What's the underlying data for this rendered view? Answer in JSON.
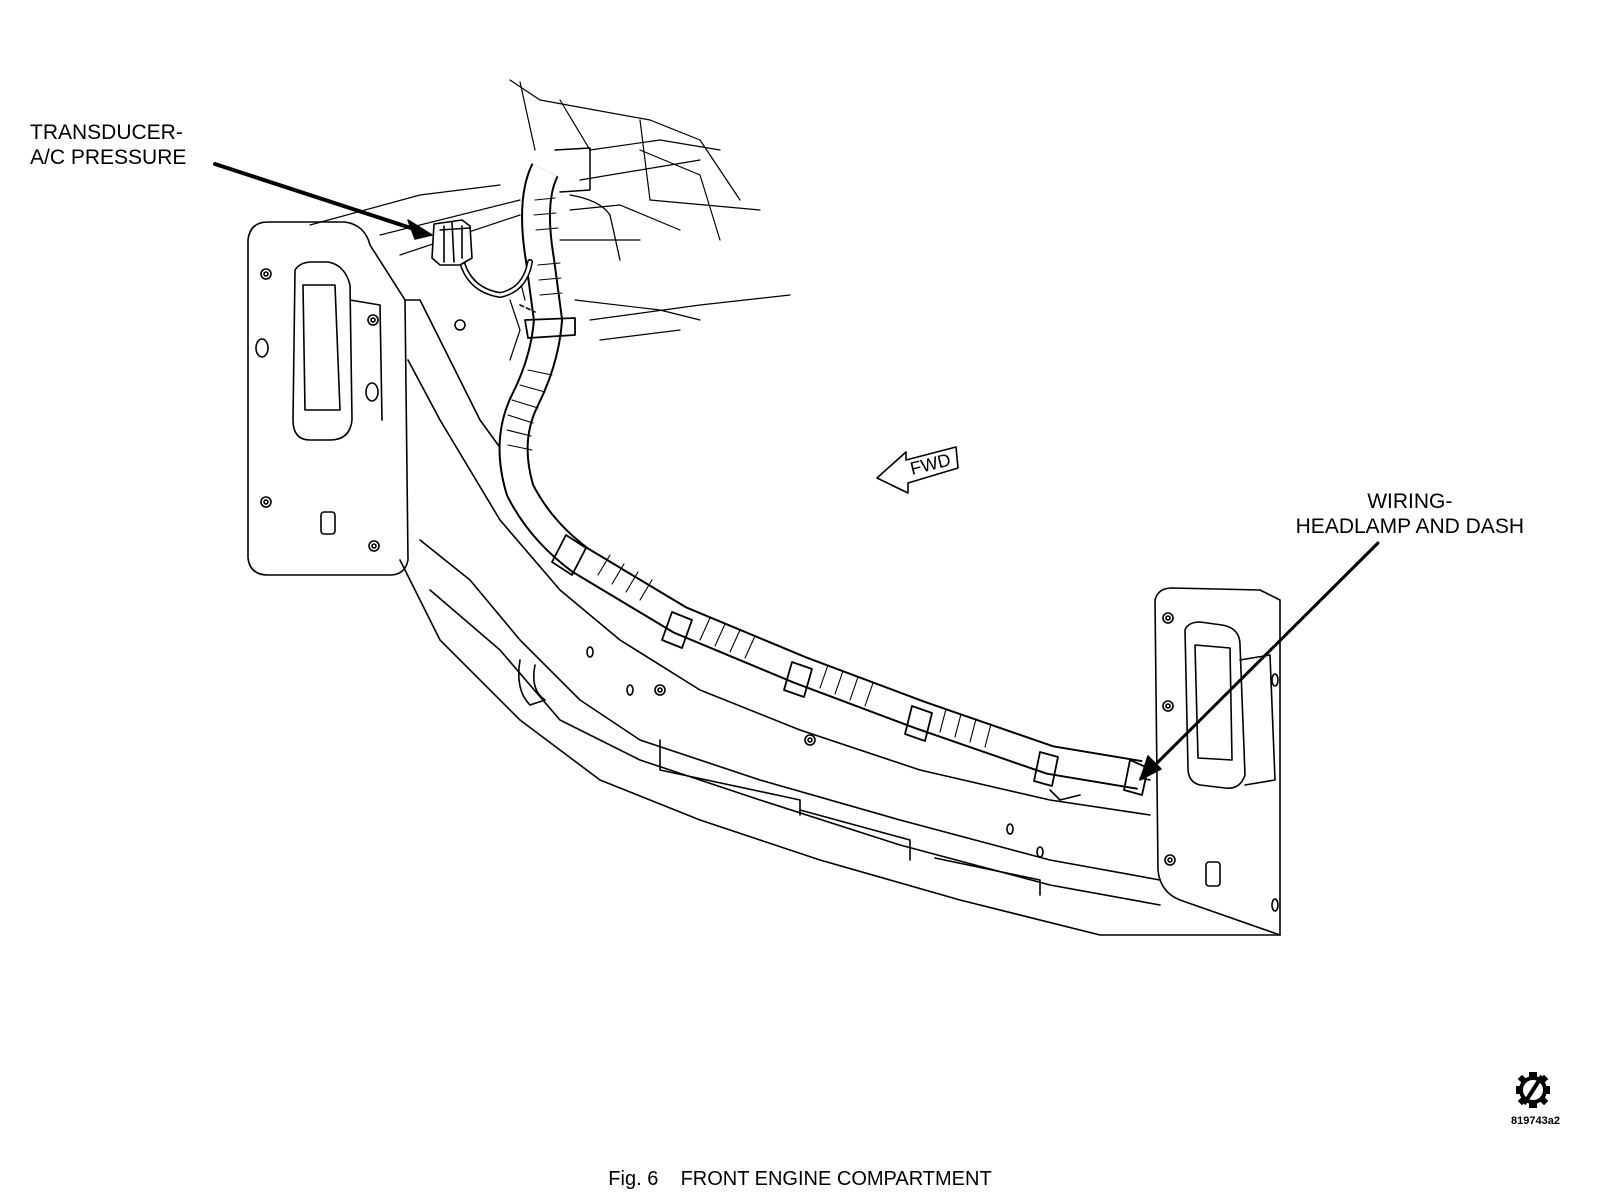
{
  "callouts": {
    "transducer": {
      "line1": "TRANSDUCER-",
      "line2": "A/C PRESSURE"
    },
    "wiring": {
      "line1": "WIRING-",
      "line2": "HEADLAMP AND DASH"
    }
  },
  "direction_marker": {
    "text": "FWD"
  },
  "caption": {
    "figure": "Fig. 6",
    "title": "FRONT ENGINE COMPARTMENT"
  },
  "doc_id": "819743a2",
  "icons": {
    "logo": "service-gear-logo-icon"
  },
  "colors": {
    "line": "#000000",
    "background": "#ffffff"
  }
}
